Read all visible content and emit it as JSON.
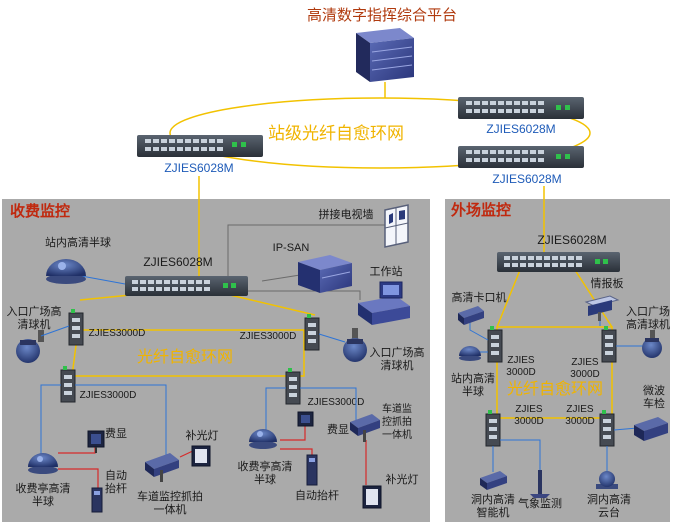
{
  "platform": {
    "title": "高清数字指挥综合平台"
  },
  "station_ring": {
    "label": "站级光纤自愈环网"
  },
  "switches": {
    "core_left": "ZJIES6028M",
    "core_right_top": "ZJIES6028M",
    "core_right_bottom": "ZJIES6028M",
    "toll": "ZJIES6028M",
    "field": "ZJIES6028M"
  },
  "toll_zone": {
    "title": "收费监控",
    "ring_label": "光纤自愈环网",
    "labels": {
      "station_dome": "站内高清半球",
      "tv_wall": "拼接电视墙",
      "ipsan": "IP-SAN",
      "workstation": "工作站",
      "plaza_ball_left": [
        "入口广场高",
        "清球机"
      ],
      "plaza_ball_right": [
        "入口广场高",
        "清球机"
      ],
      "sw_a": "ZJIES3000D",
      "sw_b": "ZJIES3000D",
      "sw_c": "ZJIES3000D",
      "sw_d": "ZJIES3000D",
      "fee_display_left": "费显",
      "fill_light_left": "补光灯",
      "booth_dome_left": [
        "收费亭高清",
        "半球"
      ],
      "barrier_left": [
        "自动",
        "抬杆"
      ],
      "lane_capture_left": [
        "车道监控抓拍",
        "一体机"
      ],
      "booth_dome_right": [
        "收费亭高清",
        "半球"
      ],
      "fee_display_right": "费显",
      "lane_capture_right": [
        "车道监",
        "控抓拍",
        "一体机"
      ],
      "barrier_right": "自动抬杆",
      "fill_light_right": "补光灯"
    }
  },
  "field_zone": {
    "title": "外场监控",
    "ring_label": "光纤自愈环网",
    "labels": {
      "bayonet_camera": "高清卡口机",
      "info_board": "情报板",
      "entrance_ball": [
        "入口广场",
        "高清球机"
      ],
      "station_dome": [
        "站内高清",
        "半球"
      ],
      "sw_left": [
        "ZJIES",
        "3000D"
      ],
      "sw_right": [
        "ZJIES",
        "3000D"
      ],
      "sw_bottom_left": [
        "ZJIES",
        "3000D"
      ],
      "sw_bottom_right": [
        "ZJIES",
        "3000D"
      ],
      "microwave": [
        "微波",
        "车检"
      ],
      "tunnel_camera": [
        "洞内高清",
        "智能机"
      ],
      "weather": "气象监测",
      "tunnel_ptz": [
        "洞内高清",
        "云台"
      ]
    }
  },
  "colors": {
    "title_text": "#b03a0e",
    "zone_title": "#c0290f",
    "ring_text": "#f0b400",
    "switch_label": "#1e5bb8",
    "fiber_yellow": "#f2c200",
    "line_red": "#d62a2a",
    "line_blue": "#2e74d6",
    "zone_bg": "#aaaaaa"
  }
}
